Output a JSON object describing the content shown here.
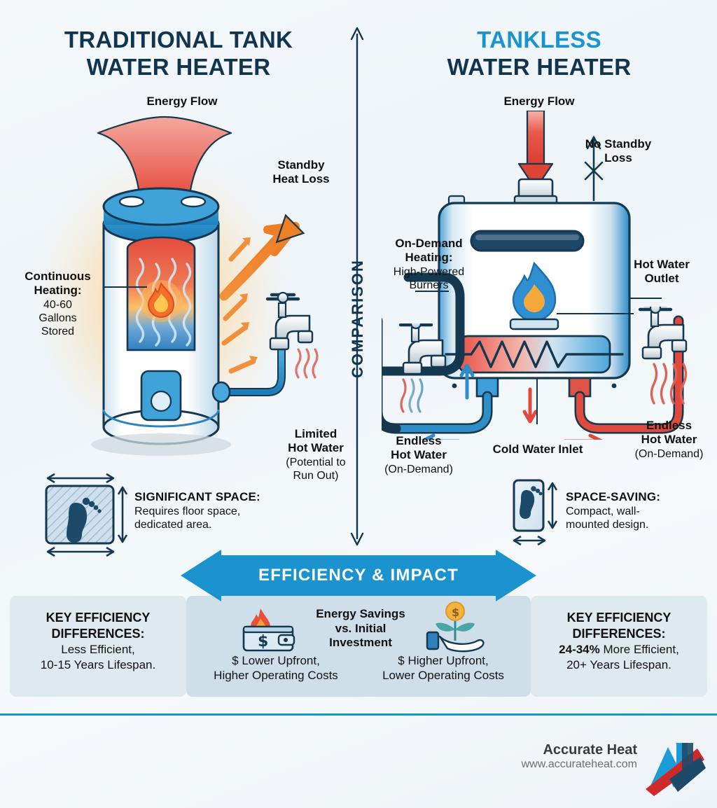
{
  "left": {
    "title_line1": "TRADITIONAL TANK",
    "title_line2": "WATER HEATER",
    "energy_flow": "Energy Flow",
    "standby": {
      "line1": "Standby",
      "line2": "Heat Loss"
    },
    "continuous": {
      "l1": "Continuous",
      "l2": "Heating:",
      "l3": "40-60",
      "l4": "Gallons",
      "l5": "Stored"
    },
    "limited": {
      "l1": "Limited",
      "l2": "Hot Water",
      "l3": "(Potential to",
      "l4": "Run Out)"
    },
    "space": {
      "head": "SIGNIFICANT SPACE:",
      "body1": "Requires floor space,",
      "body2": "dedicated area."
    }
  },
  "right": {
    "title_line1": "TANKLESS",
    "title_line2": "WATER HEATER",
    "energy_flow": "Energy Flow",
    "no_standby": {
      "line1": "No Standby",
      "line2": "Loss"
    },
    "on_demand": {
      "l1": "On-Demand",
      "l2": "Heating:",
      "l3": "High-Powered",
      "l4": "Burners"
    },
    "hot_outlet": {
      "l1": "Hot Water",
      "l2": "Outlet"
    },
    "cold_inlet": "Cold Water Inlet",
    "endless_left": {
      "l1": "Endless",
      "l2": "Hot Water",
      "l3": "(On-Demand)"
    },
    "endless_right": {
      "l1": "Endless",
      "l2": "Hot Water",
      "l3": "(On-Demand)"
    },
    "space": {
      "head": "SPACE-SAVING:",
      "body1": "Compact, wall-",
      "body2": "mounted design."
    }
  },
  "center": {
    "comparison": "COMPARISON"
  },
  "banner": {
    "label": "EFFICIENCY & IMPACT"
  },
  "bottom": {
    "left_panel": {
      "head1": "KEY EFFICIENCY",
      "head2": "DIFFERENCES:",
      "body1": "Less Efficient,",
      "body2": "10-15 Years Lifespan."
    },
    "mid_panel": {
      "head1": "Energy Savings",
      "head2": "vs. Initial",
      "head3": "Investment",
      "left_cap1": "$ Lower Upfront,",
      "left_cap2": "Higher Operating Costs",
      "right_cap1": "$ Higher Upfront,",
      "right_cap2": "Lower Operating Costs"
    },
    "right_panel": {
      "head1": "KEY EFFICIENCY",
      "head2": "DIFFERENCES:",
      "body1_strong": "24-34%",
      "body1_rest": " More Efficient,",
      "body2": "20+ Years Lifespan."
    }
  },
  "footer": {
    "brand": "Accurate Heat",
    "url": "www.accurateheat.com"
  },
  "colors": {
    "navy": "#12354f",
    "cyan": "#1b93cf",
    "red": "#e0463c",
    "orange": "#f08a36",
    "panel": "#dfe9f0",
    "panel_mid": "#cfdfe9"
  }
}
